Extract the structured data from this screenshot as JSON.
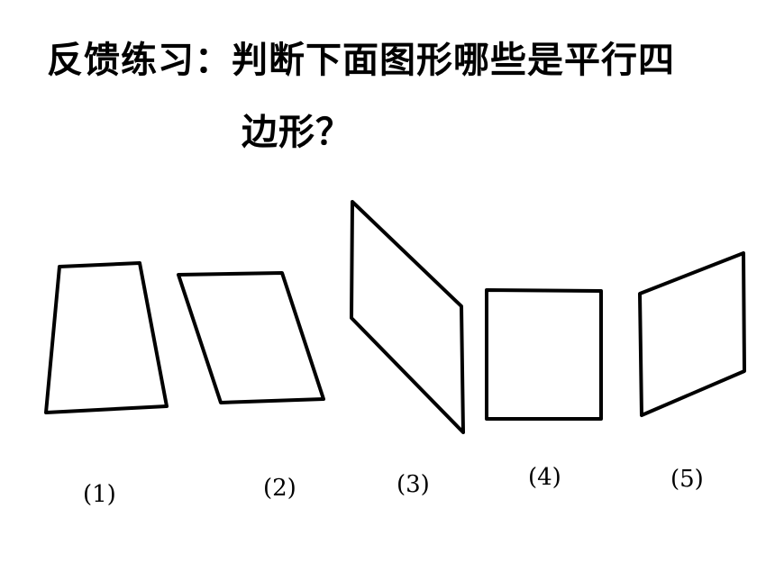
{
  "title": {
    "line1": "反馈练习：判断下面图形哪些是平行四",
    "line2": "边形？"
  },
  "shapes": [
    {
      "label": "(1)"
    },
    {
      "label": "(2)"
    },
    {
      "label": "(3)"
    },
    {
      "label": "(4)"
    },
    {
      "label": "(5)"
    }
  ],
  "colors": {
    "stroke": "#000000",
    "background": "#ffffff"
  }
}
